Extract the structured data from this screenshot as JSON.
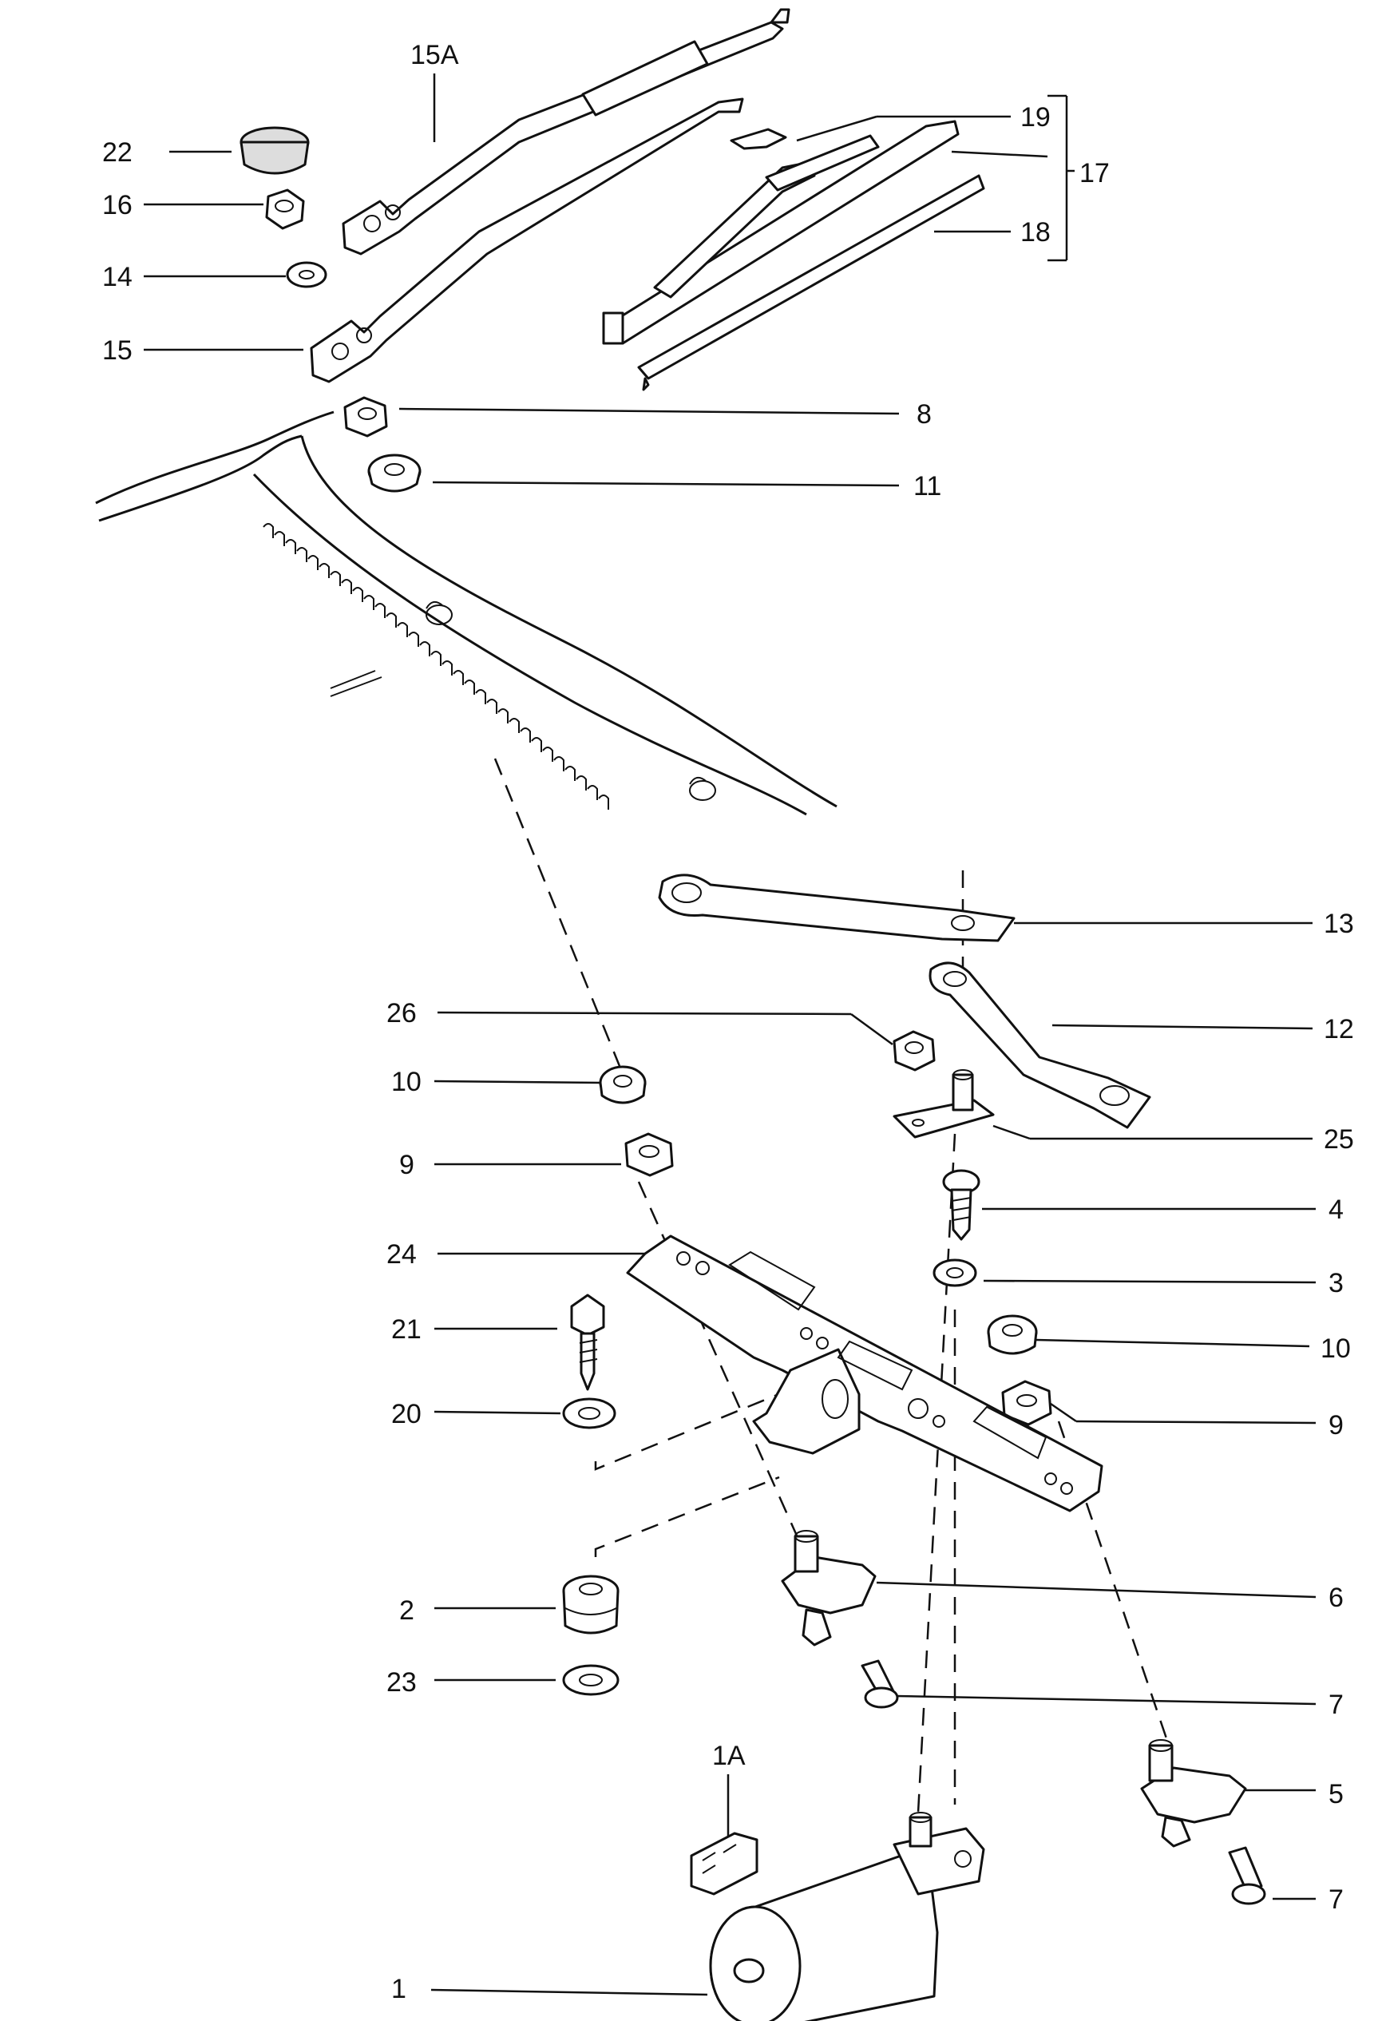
{
  "diagram": {
    "type": "exploded parts diagram",
    "callouts": [
      {
        "id": "c22",
        "label": "22"
      },
      {
        "id": "c16",
        "label": "16"
      },
      {
        "id": "c14",
        "label": "14"
      },
      {
        "id": "c15",
        "label": "15"
      },
      {
        "id": "c15a",
        "label": "15A"
      },
      {
        "id": "c19",
        "label": "19"
      },
      {
        "id": "c17",
        "label": "17"
      },
      {
        "id": "c18",
        "label": "18"
      },
      {
        "id": "c8",
        "label": "8"
      },
      {
        "id": "c11",
        "label": "11"
      },
      {
        "id": "c13",
        "label": "13"
      },
      {
        "id": "c12",
        "label": "12"
      },
      {
        "id": "c26",
        "label": "26"
      },
      {
        "id": "c10a",
        "label": "10"
      },
      {
        "id": "c9a",
        "label": "9"
      },
      {
        "id": "c25",
        "label": "25"
      },
      {
        "id": "c4",
        "label": "4"
      },
      {
        "id": "c24",
        "label": "24"
      },
      {
        "id": "c3",
        "label": "3"
      },
      {
        "id": "c21",
        "label": "21"
      },
      {
        "id": "c10b",
        "label": "10"
      },
      {
        "id": "c20",
        "label": "20"
      },
      {
        "id": "c9b",
        "label": "9"
      },
      {
        "id": "c6",
        "label": "6"
      },
      {
        "id": "c2",
        "label": "2"
      },
      {
        "id": "c23",
        "label": "23"
      },
      {
        "id": "c7a",
        "label": "7"
      },
      {
        "id": "c1a",
        "label": "1A"
      },
      {
        "id": "c5",
        "label": "5"
      },
      {
        "id": "c7b",
        "label": "7"
      },
      {
        "id": "c1",
        "label": "1"
      }
    ]
  }
}
